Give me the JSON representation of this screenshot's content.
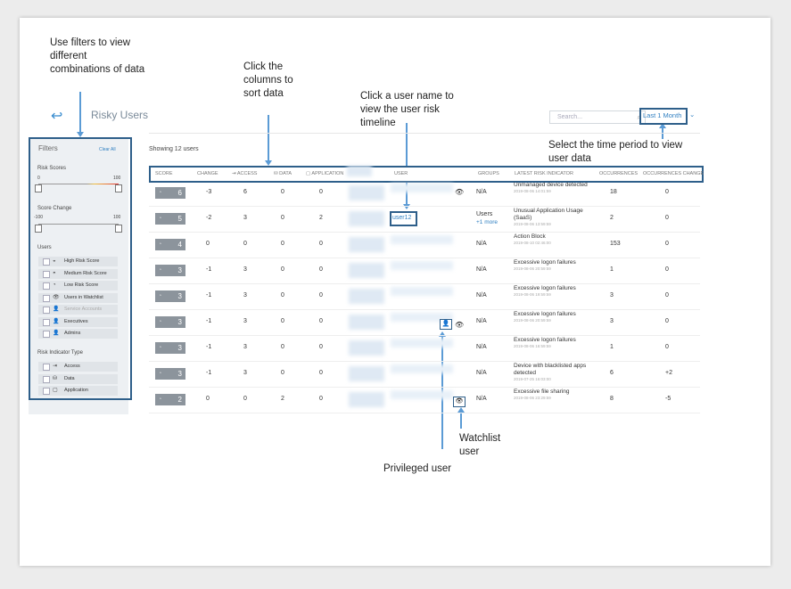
{
  "annotations": {
    "filters": [
      "Use filters to view",
      "different",
      "combinations of data"
    ],
    "columns": [
      "Click the",
      "columns to",
      "sort data"
    ],
    "username": [
      "Click a user name to",
      "view the user risk",
      "timeline"
    ],
    "period": [
      "Select the time period to view",
      "user data"
    ],
    "watchlist": [
      "Watchlist",
      "user"
    ],
    "privileged": "Privileged user"
  },
  "page": {
    "title": "Risky Users",
    "back_icon": "back-arrow-icon"
  },
  "search": {
    "placeholder": "Search..."
  },
  "period": {
    "label": "Last 1 Month"
  },
  "filters": {
    "title": "Filters",
    "clear_all": "Clear All",
    "risk_scores": {
      "label": "Risk Scores",
      "min": "0",
      "max": "100"
    },
    "score_change": {
      "label": "Score Change",
      "min": "-100",
      "max": "100"
    },
    "users_label": "Users",
    "users": [
      {
        "label": "High Risk Score",
        "icon": "gauge-high-icon"
      },
      {
        "label": "Medium Risk Score",
        "icon": "gauge-medium-icon"
      },
      {
        "label": "Low Risk Score",
        "icon": "gauge-low-icon"
      },
      {
        "label": "Users in Watchlist",
        "icon": "eye-icon"
      },
      {
        "label": "Service Accounts",
        "icon": "service-user-icon"
      },
      {
        "label": "Executives",
        "icon": "executive-icon"
      },
      {
        "label": "Admins",
        "icon": "admin-icon"
      }
    ],
    "risk_type_label": "Risk Indicator Type",
    "risk_types": [
      {
        "label": "Access",
        "icon": "access-icon"
      },
      {
        "label": "Data",
        "icon": "data-icon"
      },
      {
        "label": "Application",
        "icon": "application-icon"
      }
    ]
  },
  "table": {
    "showing": "Showing 12 users",
    "headers": [
      "SCORE",
      "CHANGE",
      "ACCESS",
      "DATA",
      "APPLICATION",
      "USER",
      "GROUPS",
      "LATEST RISK INDICATOR",
      "OCCURRENCES",
      "OCCURRENCES CHANGE"
    ],
    "rows": [
      {
        "score": "6",
        "change": "-3",
        "access": "6",
        "data": "0",
        "app": "0",
        "user": "",
        "groups": "N/A",
        "groups_more": "",
        "indicator": "Unmanaged device detected",
        "date": "2019-08-06 14:01:59",
        "occ": "18",
        "occ_change": "0"
      },
      {
        "score": "5",
        "change": "-2",
        "access": "3",
        "data": "0",
        "app": "2",
        "user": "user12",
        "groups": "Users",
        "groups_more": "+1 more",
        "indicator": "Unusual Application Usage (SaaS)",
        "date": "2019-08-06 13:59:59",
        "occ": "2",
        "occ_change": "0"
      },
      {
        "score": "4",
        "change": "0",
        "access": "0",
        "data": "0",
        "app": "0",
        "user": "",
        "groups": "N/A",
        "groups_more": "",
        "indicator": "Action Block",
        "date": "2019-08-10 02:46:00",
        "occ": "153",
        "occ_change": "0"
      },
      {
        "score": "3",
        "change": "-1",
        "access": "3",
        "data": "0",
        "app": "0",
        "user": "",
        "groups": "N/A",
        "groups_more": "",
        "indicator": "Excessive logon failures",
        "date": "2019-08-06 20:59:59",
        "occ": "1",
        "occ_change": "0"
      },
      {
        "score": "3",
        "change": "-1",
        "access": "3",
        "data": "0",
        "app": "0",
        "user": "",
        "groups": "N/A",
        "groups_more": "",
        "indicator": "Excessive logon failures",
        "date": "2019-08-06 19:59:59",
        "occ": "3",
        "occ_change": "0"
      },
      {
        "score": "3",
        "change": "-1",
        "access": "3",
        "data": "0",
        "app": "0",
        "user": "",
        "groups": "N/A",
        "groups_more": "",
        "indicator": "Excessive logon failures",
        "date": "2019-08-06 20:59:59",
        "occ": "3",
        "occ_change": "0"
      },
      {
        "score": "3",
        "change": "-1",
        "access": "3",
        "data": "0",
        "app": "0",
        "user": "",
        "groups": "N/A",
        "groups_more": "",
        "indicator": "Excessive logon failures",
        "date": "2019-08-06 16:59:59",
        "occ": "1",
        "occ_change": "0"
      },
      {
        "score": "3",
        "change": "-1",
        "access": "3",
        "data": "0",
        "app": "0",
        "user": "",
        "groups": "N/A",
        "groups_more": "",
        "indicator": "Device with blacklisted apps detected",
        "date": "2019-07-25 16:03:00",
        "occ": "6",
        "occ_change": "+2"
      },
      {
        "score": "2",
        "change": "0",
        "access": "0",
        "data": "2",
        "app": "0",
        "user": "",
        "groups": "N/A",
        "groups_more": "",
        "indicator": "Excessive file sharing",
        "date": "2019-08-06 23:29:59",
        "occ": "8",
        "occ_change": "-5"
      }
    ]
  }
}
